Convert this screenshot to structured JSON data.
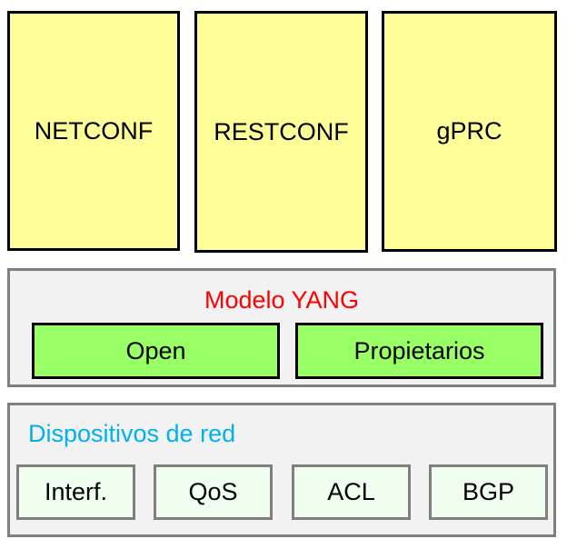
{
  "protocols": [
    {
      "label": "NETCONF"
    },
    {
      "label": "RESTCONF"
    },
    {
      "label": "gPRC"
    }
  ],
  "yang_model": {
    "title": "Modelo YANG",
    "title_color": "#ff0000",
    "items": [
      {
        "label": "Open"
      },
      {
        "label": "Propietarios"
      }
    ]
  },
  "network_devices": {
    "title": "Dispositivos de red",
    "title_color": "#00b0f0",
    "items": [
      {
        "label": "Interf."
      },
      {
        "label": "QoS"
      },
      {
        "label": "ACL"
      },
      {
        "label": "BGP"
      }
    ]
  },
  "colors": {
    "protocol_fill": "#ffff99",
    "model_fill": "#99ff66",
    "device_fill": "#f0fff0",
    "panel_fill": "#f2f2f2"
  }
}
